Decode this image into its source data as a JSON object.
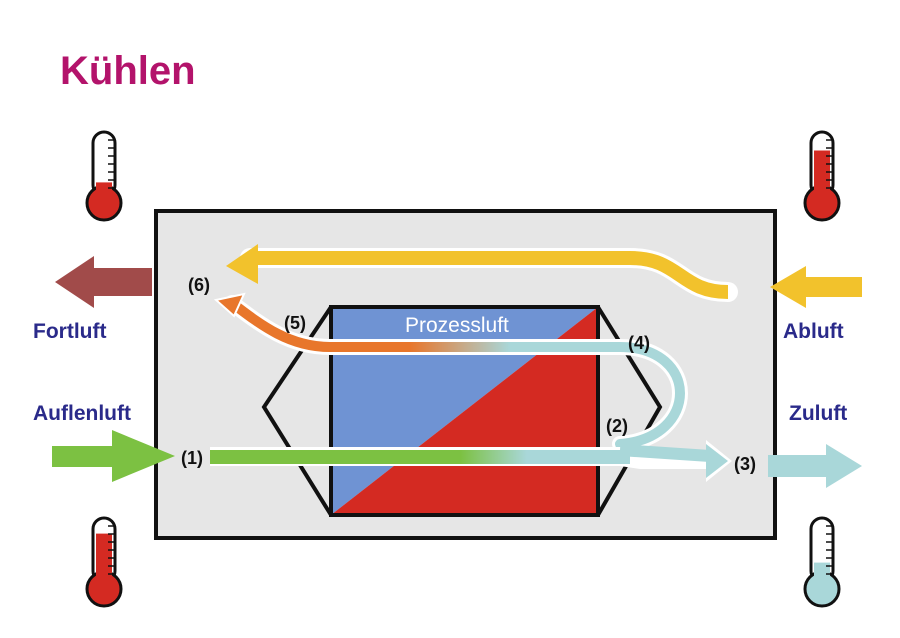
{
  "title": "Kühlen",
  "labels": {
    "fortluft": "Fortluft",
    "aussenluft": "Auflenluft",
    "abluft": "Abluft",
    "zuluft": "Zuluft",
    "prozessluft": "Prozessluft"
  },
  "points": [
    "(1)",
    "(2)",
    "(3)",
    "(4)",
    "(5)",
    "(6)"
  ],
  "thermometers": [
    {
      "name": "fortluft",
      "level": 0.2
    },
    {
      "name": "abluft",
      "level": 0.75
    },
    {
      "name": "aussenluft",
      "level": 0.8
    },
    {
      "name": "zuluft",
      "level": 0.3
    }
  ],
  "colors": {
    "title": "#b3136b",
    "label": "#2a2a8a",
    "housing_fill": "#e6e6e6",
    "outline": "#111111",
    "cold": "#6f93d3",
    "hot": "#d42a22",
    "green": "#7cc142",
    "cyan": "#a9d7d9",
    "yellow": "#f2c22c",
    "orange": "#e8762b",
    "brown": "#a14b4a",
    "thermo_red": "#d42a22",
    "thermo_cyan": "#a9d7d9"
  }
}
